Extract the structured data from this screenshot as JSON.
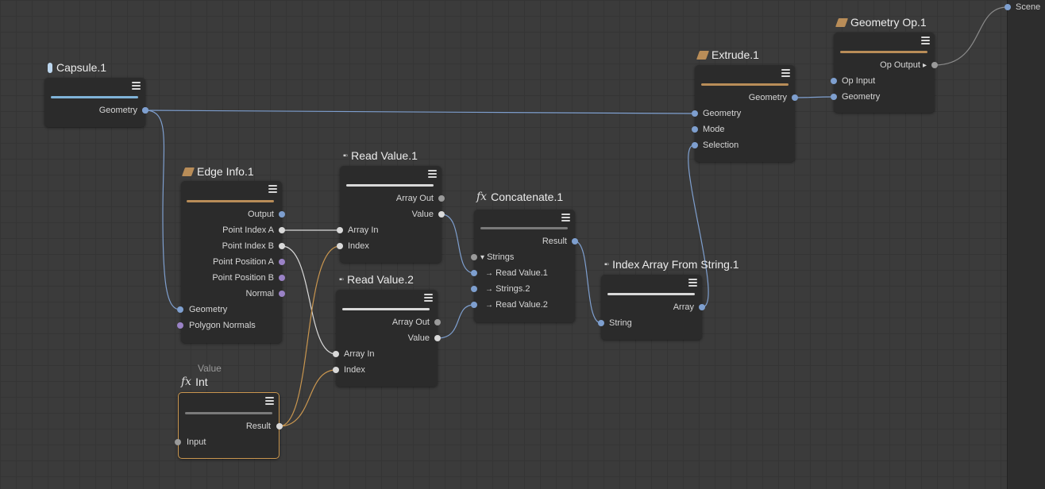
{
  "scene": {
    "label": "Scene"
  },
  "nodes": {
    "capsule": {
      "title": "Capsule.1",
      "out_geometry": "Geometry"
    },
    "edge_info": {
      "title": "Edge Info.1",
      "out_output": "Output",
      "out_point_index_a": "Point Index A",
      "out_point_index_b": "Point Index B",
      "out_point_position_a": "Point Position A",
      "out_point_position_b": "Point Position B",
      "out_normal": "Normal",
      "in_geometry": "Geometry",
      "in_polygon_normals": "Polygon Normals"
    },
    "read_value_1": {
      "title": "Read Value.1",
      "out_array": "Array Out",
      "out_value": "Value",
      "in_array": "Array In",
      "in_index": "Index"
    },
    "read_value_2": {
      "title": "Read Value.2",
      "out_array": "Array Out",
      "out_value": "Value",
      "in_array": "Array In",
      "in_index": "Index"
    },
    "concatenate": {
      "title": "Concatenate.1",
      "out_result": "Result",
      "in_strings": "Strings",
      "in_read_value_1": "Read Value.1",
      "in_strings_2": "Strings.2",
      "in_read_value_2": "Read Value.2"
    },
    "index_array": {
      "title": "Index Array From String.1",
      "out_array": "Array",
      "in_string": "String"
    },
    "extrude": {
      "title": "Extrude.1",
      "out_geometry": "Geometry",
      "in_geometry": "Geometry",
      "in_mode": "Mode",
      "in_selection": "Selection"
    },
    "geometry_op": {
      "title": "Geometry Op.1",
      "out_op_output": "Op Output",
      "in_op_input": "Op Input",
      "in_geometry": "Geometry"
    },
    "int_node": {
      "caption": "Value",
      "title": "Int",
      "out_result": "Result",
      "in_input": "Input"
    }
  },
  "colors": {
    "background": "#3b3b3b",
    "node": "#2b2b2b",
    "bar_geometry": "#7fb3d8",
    "bar_deformer": "#b98d58",
    "bar_value": "#d9d9d9",
    "bar_fx": "#7a7a7a",
    "wire_geometry": "#7e9fcf",
    "wire_int": "#c9964f",
    "wire_value": "#d9d9d9",
    "selection_border": "#c9964f"
  },
  "icons": {
    "capsule": "capsule-icon",
    "edge_info": "deformer-icon",
    "read_value": "read-value-icon",
    "concatenate": "fx-icon",
    "index_array": "read-value-icon",
    "extrude": "deformer-icon",
    "geometry_op": "deformer-icon",
    "int_node": "fx-icon",
    "menu": "hamburger-icon"
  }
}
